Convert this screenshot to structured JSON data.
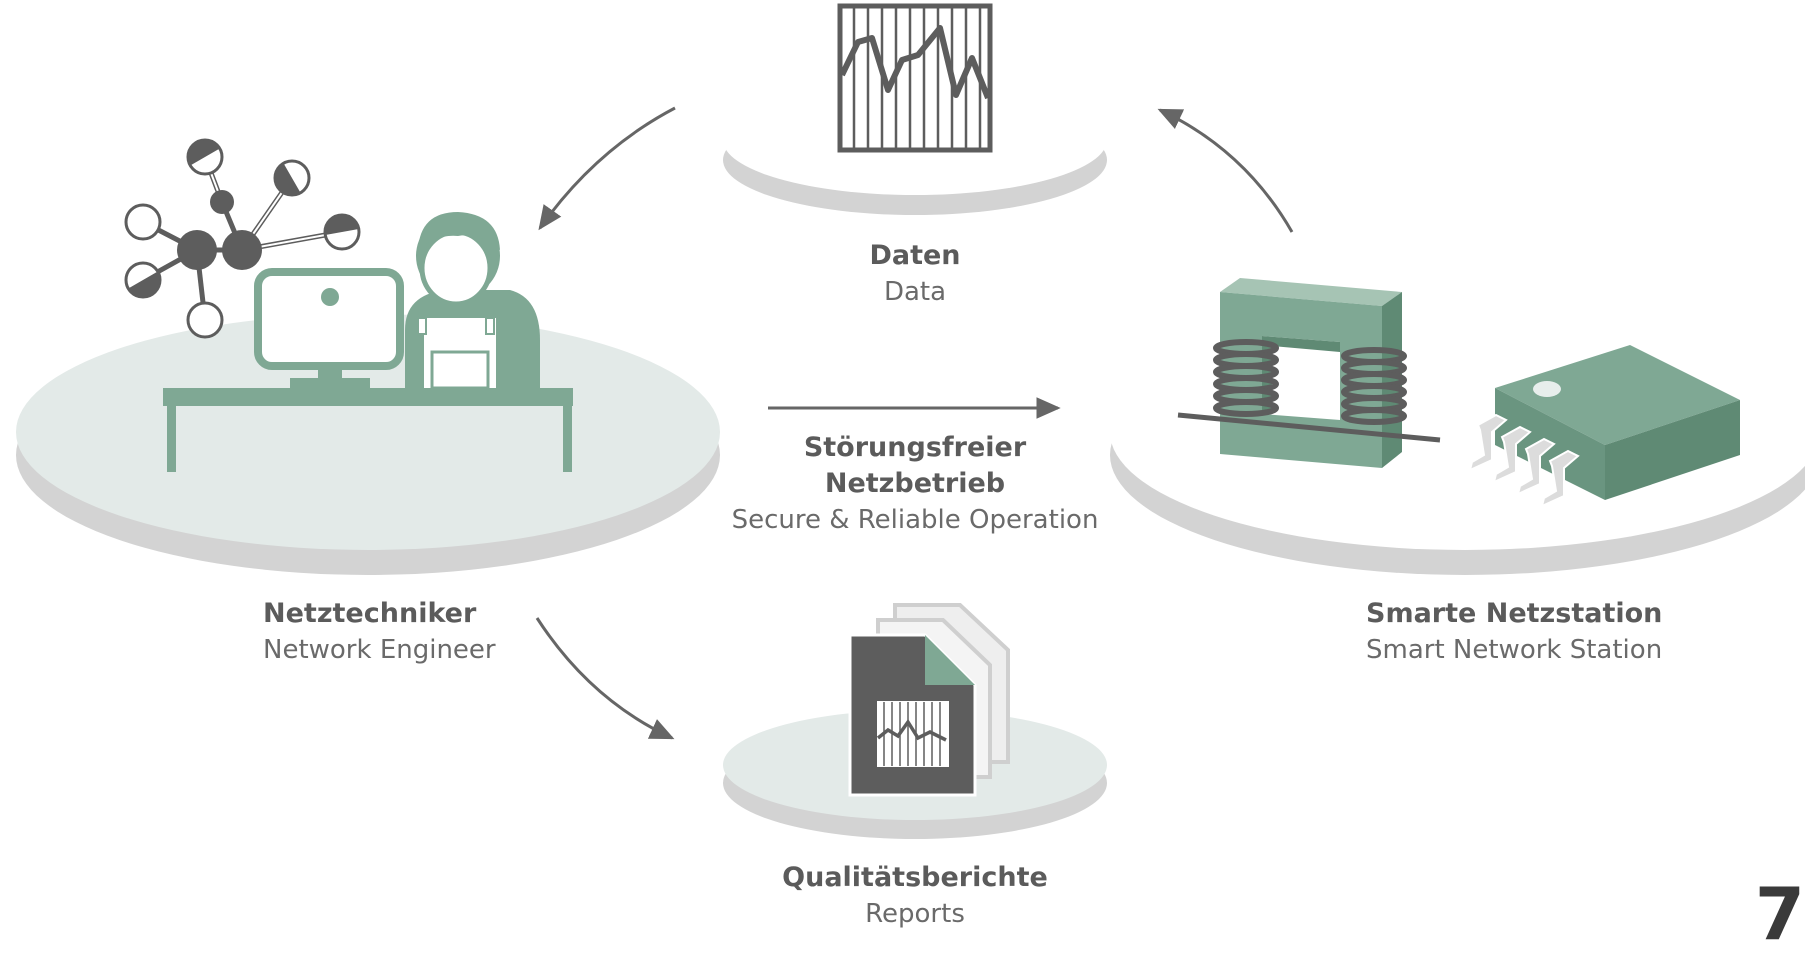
{
  "nodes": {
    "data": {
      "title": "Daten",
      "subtitle": "Data"
    },
    "engineer": {
      "title": "Netztechniker",
      "subtitle": "Network Engineer"
    },
    "station": {
      "title": "Smarte Netzstation",
      "subtitle": "Smart Network Station"
    },
    "reports": {
      "title": "Qualitätsberichte",
      "subtitle": "Reports"
    },
    "operation": {
      "title_line1": "Störungsfreier",
      "title_line2": "Netzbetrieb",
      "subtitle": "Secure & Reliable Operation"
    }
  },
  "page_number": "7",
  "colors": {
    "accent_green": "#7fa894",
    "dark_green": "#5f8a74",
    "light_disc": "#e4ebe9",
    "disc_shadow": "#d2d2d2",
    "dark_gray": "#5d5d5d",
    "arrow": "#666666"
  },
  "icons": [
    "monitor-chart-icon",
    "engineer-icon",
    "network-graph-icon",
    "transformer-icon",
    "chip-icon",
    "report-documents-icon"
  ]
}
